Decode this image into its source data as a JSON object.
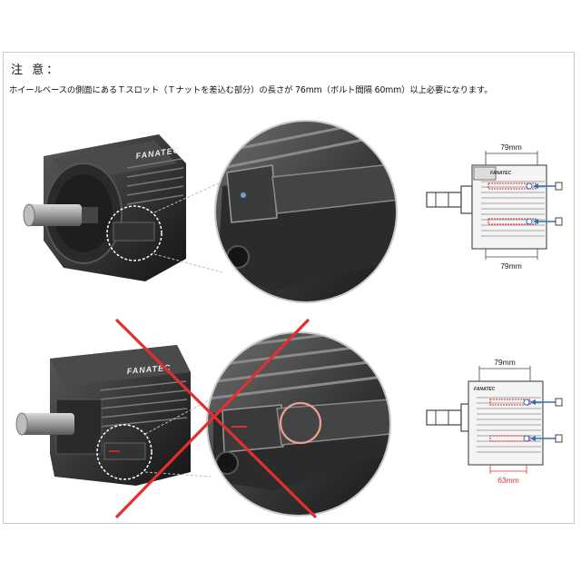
{
  "notice": {
    "title": "注 意：",
    "text": "ホイールベースの側面にあるＴスロット（Ｔナットを差込む部分）の長さが 76mm（ボルト間隔 60mm）以上必要になります。"
  },
  "top_example": {
    "brand_label": "FANATEC",
    "code_label": "",
    "diagram": {
      "brand_label": "FANATEC",
      "top_dimension": "79mm",
      "bottom_dimension": "79mm"
    }
  },
  "bottom_example": {
    "brand_label": "FANATEC",
    "crossed_out": true,
    "diagram": {
      "brand_label": "FANATEC",
      "top_dimension": "79mm",
      "bottom_dimension": "63mm"
    }
  },
  "colors": {
    "cross": "#e03030",
    "arrow": "#2f6fb5",
    "dimension_red": "#e03030",
    "frame": "#c8c8c8"
  }
}
